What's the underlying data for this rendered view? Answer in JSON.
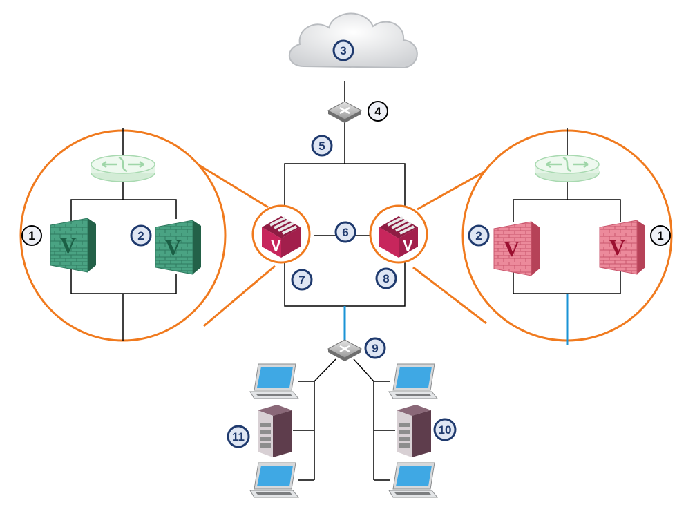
{
  "callouts": {
    "n1_left": "1",
    "n2_left": "2",
    "n3": "3",
    "n4": "4",
    "n5": "5",
    "n6": "6",
    "n7": "7",
    "n8": "8",
    "n9": "9",
    "n10": "10",
    "n11": "11",
    "n2_right": "2",
    "n1_right": "1"
  },
  "icons": {
    "cloud": "cloud-icon",
    "wan_switch": "switch-icon",
    "lan_switch": "switch-icon",
    "appliance_left": "virtual-appliance-icon",
    "appliance_right": "virtual-appliance-icon",
    "router": "router-icon",
    "firewall": "firewall-icon",
    "workstation": "workstation-icon",
    "server": "server-tower-icon"
  },
  "colors": {
    "accent_orange": "#f07a1e",
    "callout_navy": "#1f3a6e",
    "callout_fill": "#dfe6f3",
    "appliance_magenta": "#c7265c",
    "firewall_green": "#3f9a7a",
    "firewall_red": "#e0697e",
    "router_ghost": "#bfe3c4",
    "link_blue": "#1a93d6",
    "screen_blue": "#3fa8e4"
  }
}
